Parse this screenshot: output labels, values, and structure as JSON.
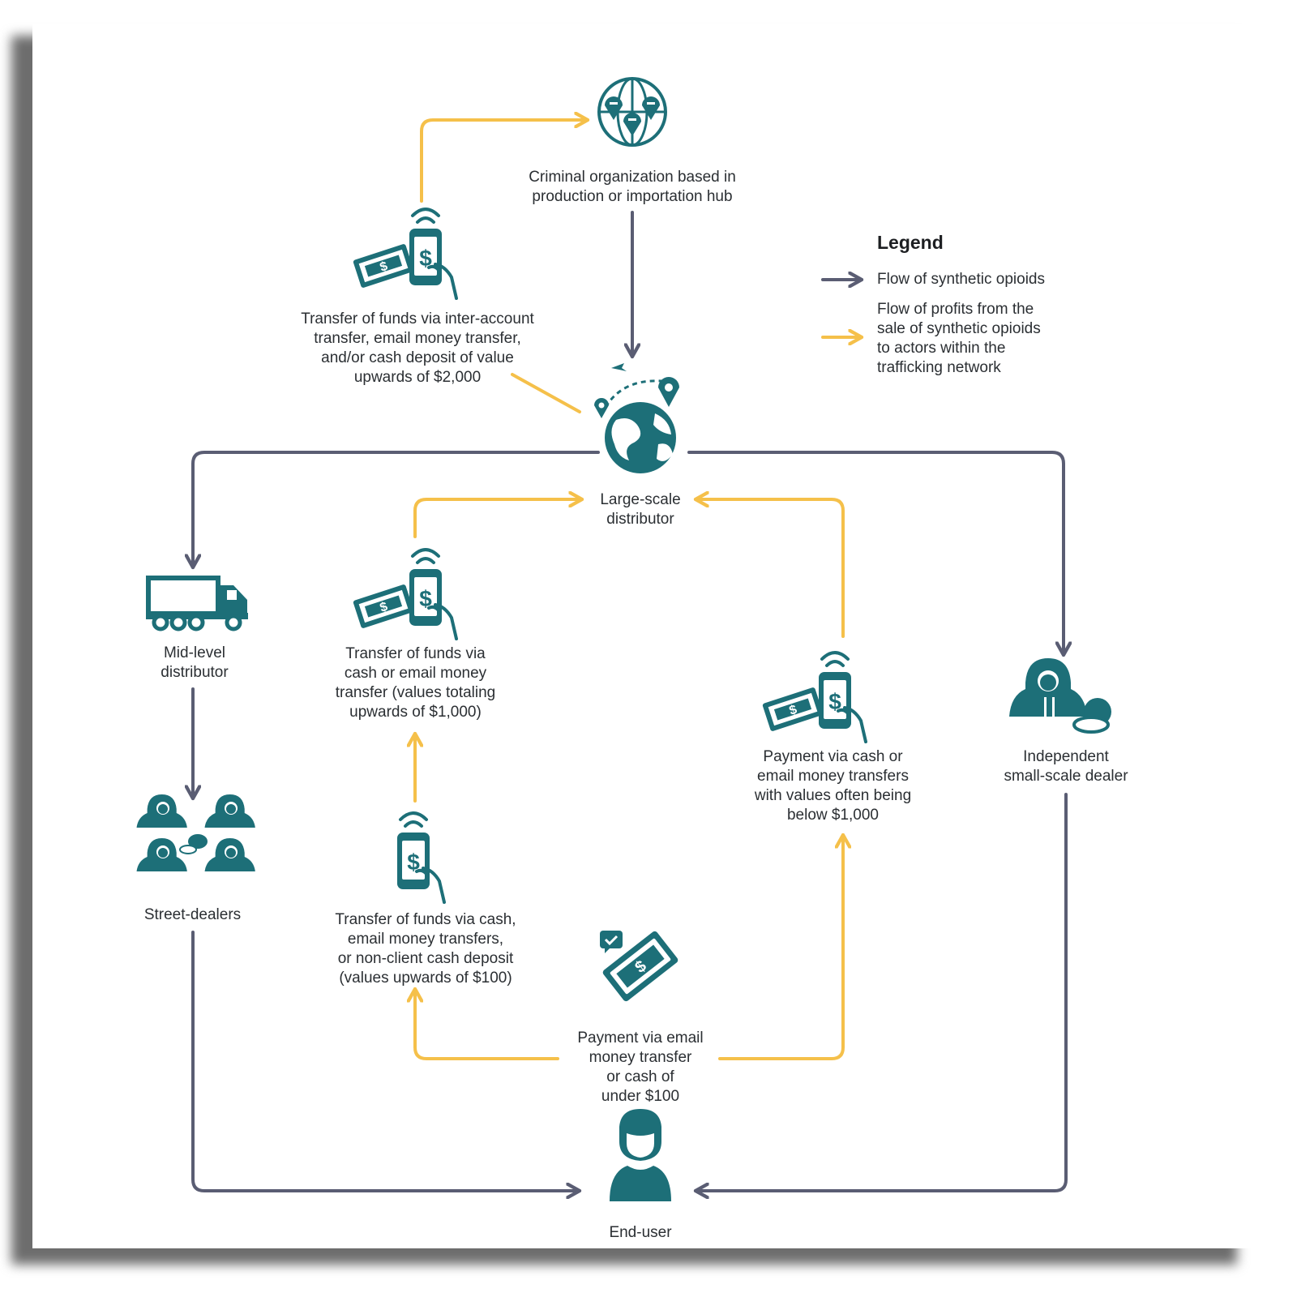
{
  "colors": {
    "opioid_flow": "#5a5d73",
    "profit_flow": "#f5c04a",
    "icon": "#1d6f78",
    "text": "#2b2f33"
  },
  "nodes": {
    "criminal_org": {
      "label": "Criminal organization based in\nproduction or importation hub",
      "icon": "globe-criminals-icon"
    },
    "large_distributor": {
      "label": "Large-scale\ndistributor",
      "icon": "globe-route-icon"
    },
    "mid_distributor": {
      "label": "Mid-level\ndistributor",
      "icon": "truck-icon"
    },
    "street_dealers": {
      "label": "Street-dealers",
      "icon": "hooded-group-icon"
    },
    "independent_dealer": {
      "label": "Independent\nsmall-scale dealer",
      "icon": "hooded-dealer-icon"
    },
    "end_user": {
      "label": "End-user",
      "icon": "person-icon"
    }
  },
  "transfers": {
    "to_criminal_org": {
      "label": "Transfer of funds via inter-account\ntransfer, email money transfer,\nand/or cash deposit of value\nupwards of $2,000",
      "icon": "phone-payment-icon"
    },
    "mid_to_large": {
      "label": "Transfer of funds via\ncash or email money\ntransfer (values totaling\nupwards of $1,000)",
      "icon": "phone-payment-icon"
    },
    "street_to_mid": {
      "label": "Transfer of funds via cash,\nemail money transfers,\nor non-client cash deposit\n(values upwards of $100)",
      "icon": "phone-payment-icon"
    },
    "independent_to_large": {
      "label": "Payment via cash or\nemail money transfers\nwith values often being\nbelow $1,000",
      "icon": "phone-payment-icon"
    },
    "end_user_payment": {
      "label": "Payment via email\nmoney transfer\nor cash of\nunder $100",
      "icon": "cash-check-icon"
    }
  },
  "legend": {
    "title": "Legend",
    "opioid_flow_label": "Flow of synthetic opioids",
    "profit_flow_label": "Flow of profits from the\nsale of synthetic opioids\nto actors within the\ntrafficking network"
  }
}
